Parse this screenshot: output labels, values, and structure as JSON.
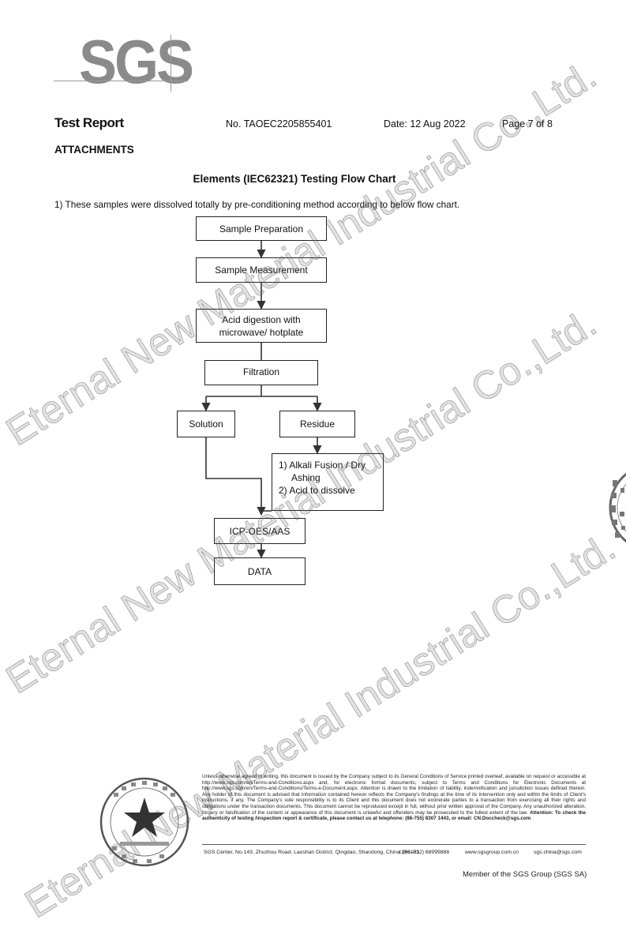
{
  "logo": {
    "text": "SGS"
  },
  "header": {
    "title": "Test Report",
    "report_no": "No. TAOEC2205855401",
    "date": "Date: 12 Aug 2022",
    "page": "Page 7 of 8"
  },
  "section": "ATTACHMENTS",
  "chart_title": "Elements (IEC62321) Testing Flow Chart",
  "intro": "1) These samples were dissolved totally by pre-conditioning method according to below flow chart.",
  "flow": {
    "sample_preparation": "Sample Preparation",
    "sample_measurement": "Sample Measurement",
    "acid_digestion_1": "Acid digestion with",
    "acid_digestion_2": "microwave/ hotplate",
    "filtration": "Filtration",
    "solution": "Solution",
    "residue": "Residue",
    "alkali_1": "1) Alkali Fusion / Dry",
    "alkali_2": "Ashing",
    "alkali_3": "2) Acid to dissolve",
    "icp": "ICP-OES/AAS",
    "data": "DATA"
  },
  "watermark": "Eternal New Material Industrial Co.,Ltd.",
  "footer": {
    "disclaimer_1": "Unless otherwise agreed in writing, this document is issued by the Company subject to its General Conditions of Service printed overleaf, available on request or accessible at http://www.sgs.com/en/Terms-and-Conditions.aspx and, for electronic format documents, subject to Terms and Conditions for Electronic Documents at http://www.sgs.com/en/Terms-and-Conditions/Terms-e-Document.aspx. Attention is drawn to the limitation of liability, indemnification and jurisdiction issues defined therein. Any holder of this document is advised that information contained hereon reflects the Company's findings at the time of its intervention only and within the limits of Client's instructions, if any. The Company's sole responsibility is to its Client and this document does not exonerate parties to a transaction from exercising all their rights and obligations under the transaction documents. This document cannot be reproduced except in full, without prior written approval of the Company. Any unauthorized alteration, forgery or falsification of the content or appearance of this document is unlawful and offenders may be prosecuted to the fullest extent of the law.",
    "disclaimer_2": "Attention: To check the authenticity of testing /inspection report & certificate, please contact us at telephone: (86-755) 8307 1443, or email: CN.Doccheck@sgs.com",
    "address": "SGS Center, No.143, Zhuzhou Road, Laoshan District, Qingdao, Shandong, China 266101",
    "phone": "t (86–532) 68999888",
    "web": "www.sgsgroup.com.cn",
    "email": "sgs.china@sgs.com",
    "member": "Member of the SGS Group (SGS SA)"
  }
}
